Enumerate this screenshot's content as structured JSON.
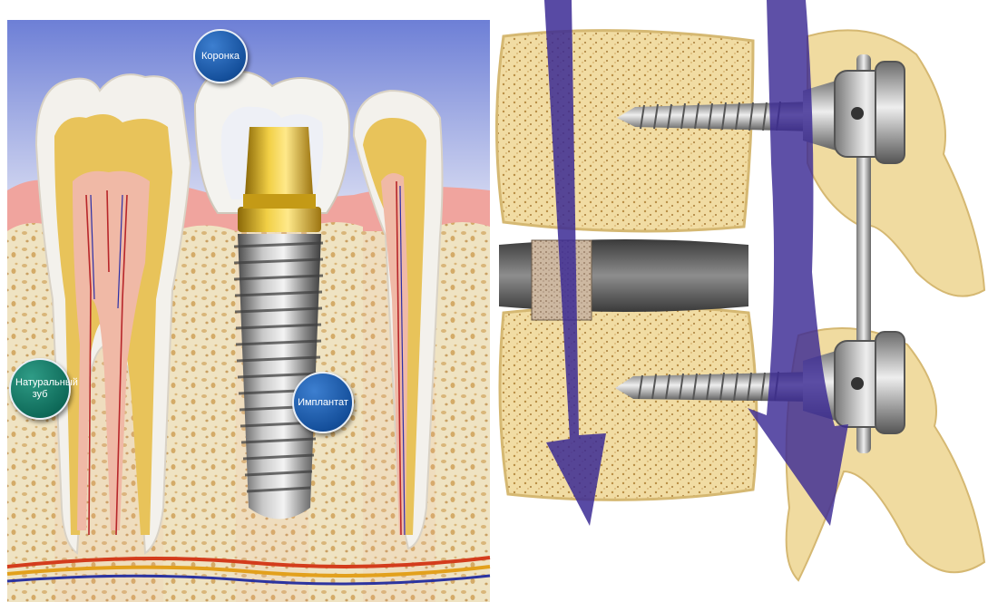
{
  "left_panel": {
    "labels": {
      "crown": "Коронка",
      "natural_tooth": "Натуральный зуб",
      "implant": "Имплантат"
    }
  },
  "colors": {
    "enamel": "#f2f1ee",
    "dentin": "#e8c35a",
    "pulp": "#f0b9a6",
    "gum": "#f2a7a1",
    "bone": "#efe2bf",
    "implant_metal": "#8c8c8c",
    "abutment_gold": "#d7aa1c",
    "spine_bone": "#f0dba0",
    "arrow": "#3b2a94",
    "label_blue": "#1a5aa8",
    "label_teal": "#136b5c"
  }
}
